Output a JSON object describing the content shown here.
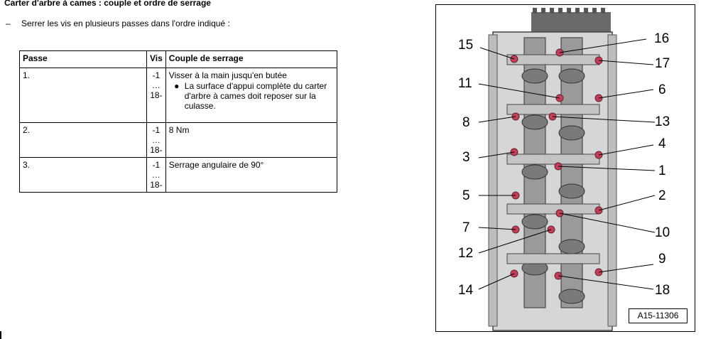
{
  "document": {
    "title": "Carter d'arbre à cames : couple et ordre de serrage",
    "instruction_dash": "–",
    "instruction": "Serrer les vis en plusieurs passes dans l'ordre indiqué :"
  },
  "table": {
    "headers": [
      "Passe",
      "Vis",
      "Couple de serrage"
    ],
    "rows": [
      {
        "passe": "1.",
        "vis": "-1 … 18-",
        "couple": "Visser à la main jusqu'en butée",
        "bullet": "La surface d'appui complète du carter d'arbre à cames doit reposer sur la culasse."
      },
      {
        "passe": "2.",
        "vis": "-1 … 18-",
        "couple": "8 Nm"
      },
      {
        "passe": "3.",
        "vis": "-1 … 18-",
        "couple": "Serrage angulaire de 90°"
      }
    ]
  },
  "figure": {
    "reference": "A15-11306",
    "callouts": [
      "15",
      "16",
      "17",
      "11",
      "6",
      "8",
      "13",
      "3",
      "4",
      "1",
      "5",
      "2",
      "7",
      "10",
      "12",
      "9",
      "14",
      "18"
    ]
  },
  "colors": {
    "bolt": "#c0405a",
    "engine_dark": "#555555",
    "engine_light": "#d9d9d9"
  }
}
